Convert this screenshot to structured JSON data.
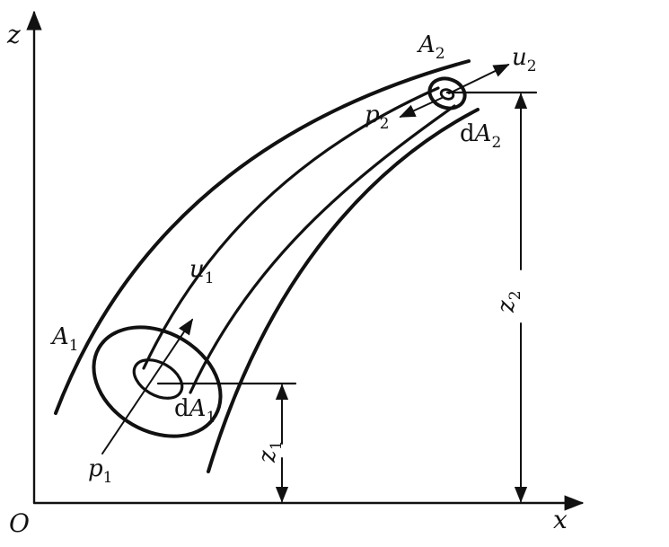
{
  "labels": {
    "z_axis": "z",
    "x_axis": "x",
    "origin": "O",
    "A1": {
      "main": "A",
      "sub": "1"
    },
    "A2": {
      "main": "A",
      "sub": "2"
    },
    "u1": {
      "main": "u",
      "sub": "1"
    },
    "u2": {
      "main": "u",
      "sub": "2"
    },
    "p1": {
      "main": "p",
      "sub": "1"
    },
    "p2": {
      "main": "p",
      "sub": "2"
    },
    "dA1": {
      "prefix": "d",
      "main": "A",
      "sub": "1"
    },
    "dA2": {
      "prefix": "d",
      "main": "A",
      "sub": "2"
    },
    "z1": {
      "main": "z",
      "sub": "1"
    },
    "z2": {
      "main": "z",
      "sub": "2"
    }
  },
  "colors": {
    "ink": "#111111",
    "background": "#ffffff"
  }
}
